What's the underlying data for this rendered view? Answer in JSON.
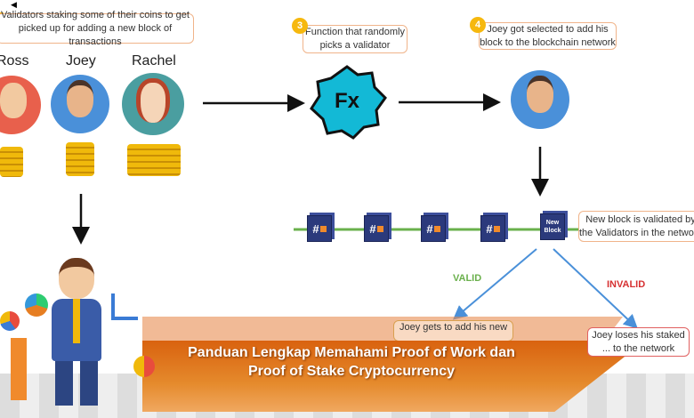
{
  "steps": [
    {
      "number": "",
      "text": "Validators staking some of their coins to get picked up for adding a new block of transactions"
    },
    {
      "number": "3",
      "text": "Function that randomly picks a validator"
    },
    {
      "number": "4",
      "text": "Joey got selected to add his block to the blockchain network"
    },
    {
      "number": "",
      "text": "New block is validated by the Validators in the network"
    }
  ],
  "validators": [
    "Ross",
    "Joey",
    "Rachel"
  ],
  "function_label": "Fx",
  "blocks": {
    "hash_symbol": "#",
    "new_block_label": "New Block"
  },
  "outcomes": {
    "valid_label": "VALID",
    "valid_color": "#6ab04c",
    "invalid_label": "INVALID",
    "invalid_color": "#d63031",
    "valid_text": "Joey gets to add his new",
    "invalid_text": "Joey loses his staked ... to the network"
  },
  "banner": {
    "title_line1": "Panduan Lengkap Memahami Proof of Work dan",
    "title_line2": "Proof of Stake Cryptocurrency",
    "color": "#d9620f"
  }
}
